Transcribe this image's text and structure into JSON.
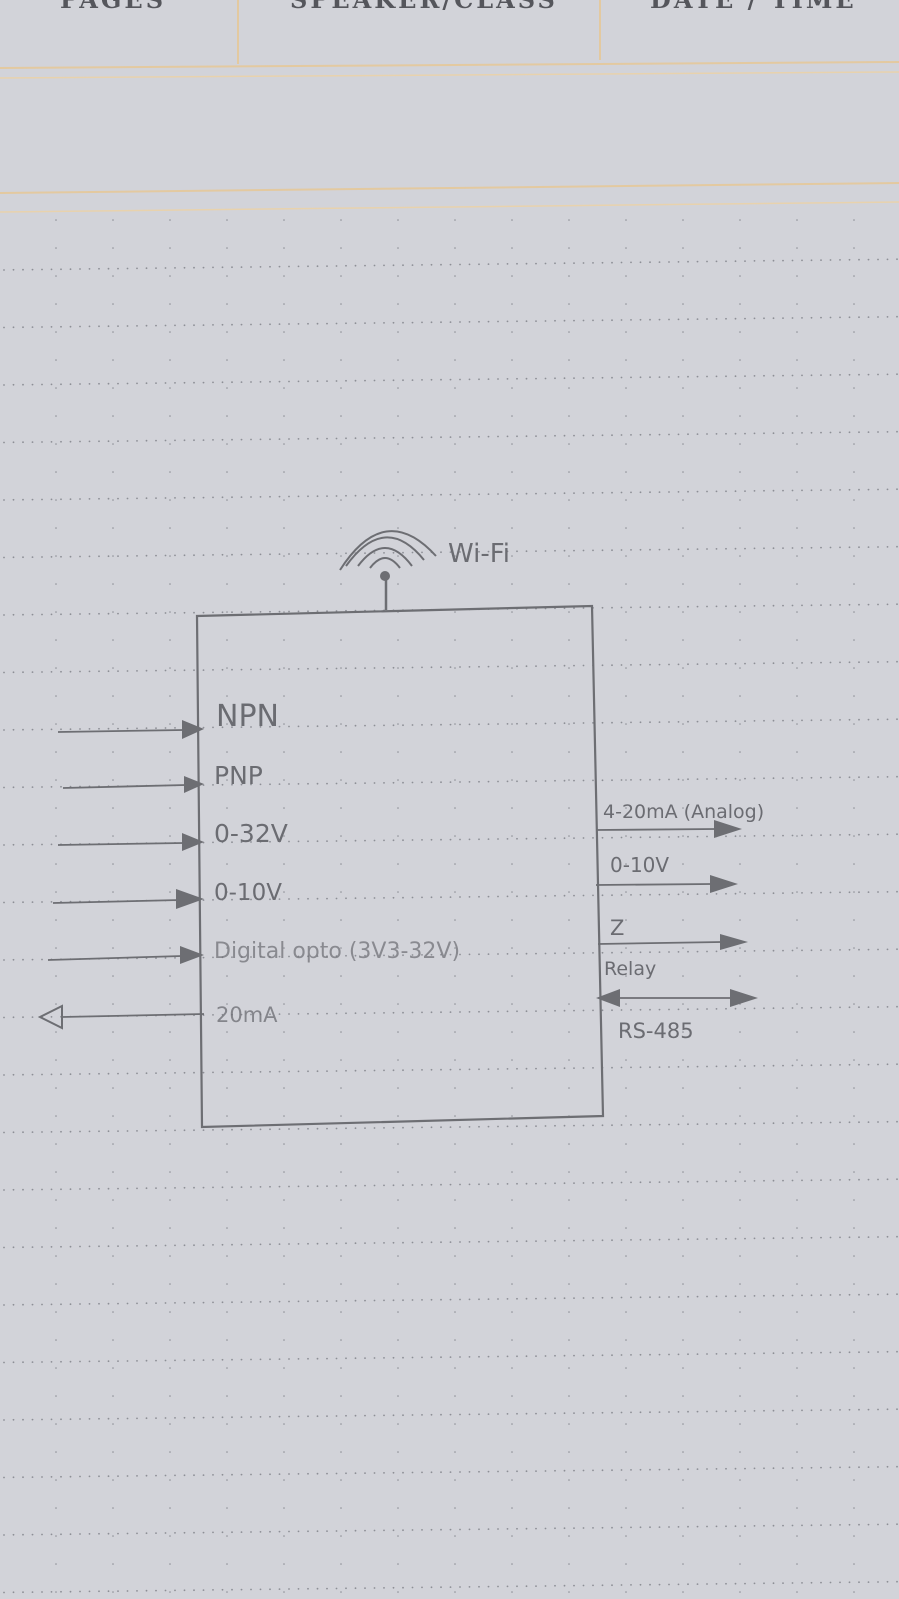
{
  "header": {
    "columns": [
      "PAGES",
      "SPEAKER/CLASS",
      "DATE / TIME"
    ]
  },
  "diagram": {
    "wireless_label": "Wi-Fi",
    "inputs": [
      {
        "label": "NPN"
      },
      {
        "label": "PNP"
      },
      {
        "label": "0-32V"
      },
      {
        "label": "0-10V"
      },
      {
        "label": "Digital opto (3V3-32V)"
      },
      {
        "label": "20mA",
        "direction": "out"
      }
    ],
    "outputs": [
      {
        "label": "4-20mA (Analog)"
      },
      {
        "label": "0-10V"
      },
      {
        "label": "Z"
      },
      {
        "label": "Relay"
      },
      {
        "label": "RS-485",
        "direction": "bidirectional"
      }
    ]
  },
  "colors": {
    "paper": "#d2d3d9",
    "rule_line": "#e3c9a0",
    "dot_grid": "#8d8f96",
    "pencil": "#6d6e73"
  }
}
